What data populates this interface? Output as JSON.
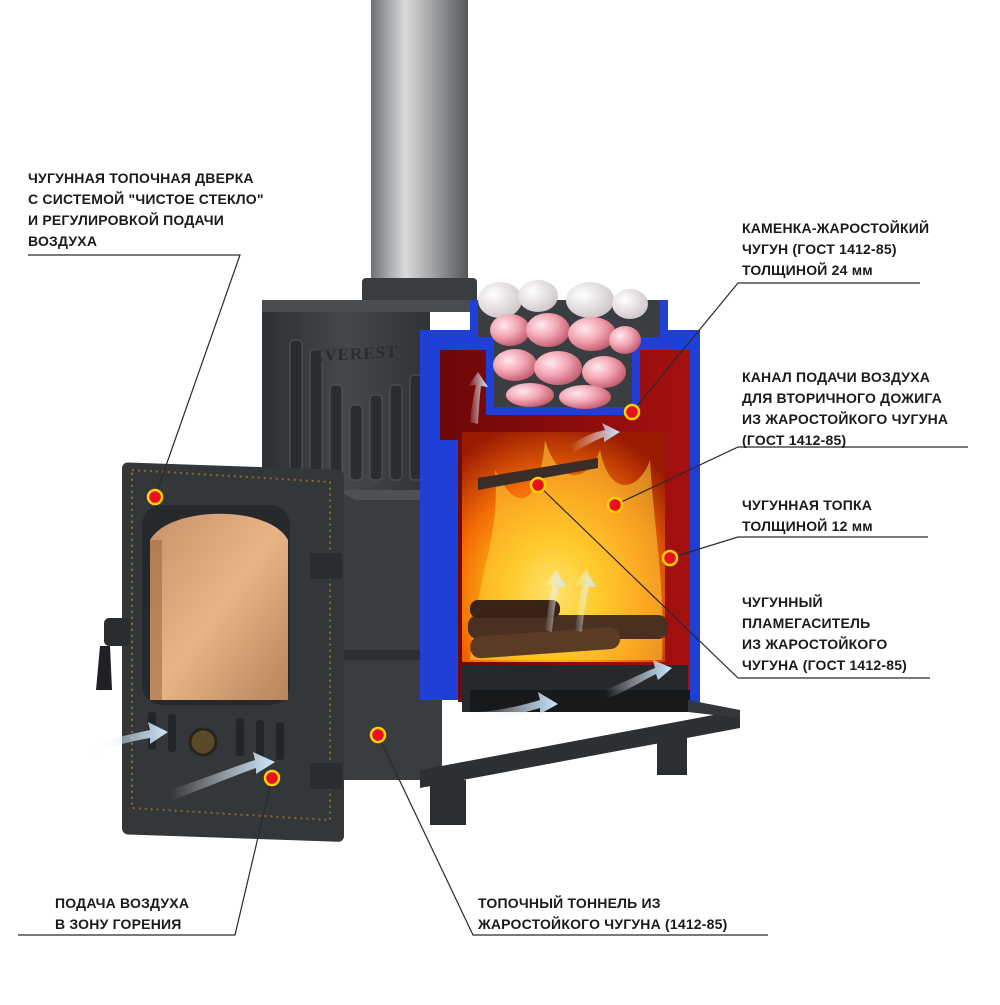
{
  "brand_text": "EVEREST",
  "colors": {
    "accent_blue": "#1f3fd6",
    "firebox_red": "#8e0a0c",
    "marker_red": "#e8101a",
    "marker_ring": "#ffd000",
    "cast_iron": "#3b3e41"
  },
  "labels": {
    "door": {
      "lines": [
        "ЧУГУННАЯ ТОПОЧНАЯ ДВЕРКА",
        "С СИСТЕМОЙ \"ЧИСТОЕ СТЕКЛО\"",
        "И РЕГУЛИРОВКОЙ ПОДАЧИ",
        "ВОЗДУХА"
      ]
    },
    "heater": {
      "lines": [
        "КАМЕНКА-ЖАРОСТОЙКИЙ",
        "ЧУГУН (ГОСТ 1412-85)",
        "ТОЛЩИНОЙ 24 мм"
      ]
    },
    "air_channel": {
      "lines": [
        "КАНАЛ ПОДАЧИ ВОЗДУХА",
        "ДЛЯ ВТОРИЧНОГО ДОЖИГА",
        "ИЗ ЖАРОСТОЙКОГО ЧУГУНА",
        "(ГОСТ 1412-85)"
      ]
    },
    "firebox": {
      "lines": [
        "ЧУГУННАЯ ТОПКА",
        "ТОЛЩИНОЙ 12 мм"
      ]
    },
    "flame_damper": {
      "lines": [
        "ЧУГУННЫЙ",
        "ПЛАМЕГАСИТЕЛЬ",
        "ИЗ ЖАРОСТОЙКОГО",
        "ЧУГУНА (ГОСТ 1412-85)"
      ]
    },
    "air_supply": {
      "lines": [
        "ПОДАЧА ВОЗДУХА",
        "В ЗОНУ ГОРЕНИЯ"
      ]
    },
    "tunnel": {
      "lines": [
        "ТОПОЧНЫЙ ТОННЕЛЬ ИЗ",
        "ЖАРОСТОЙКОГО ЧУГУНА (1412-85)"
      ]
    }
  }
}
